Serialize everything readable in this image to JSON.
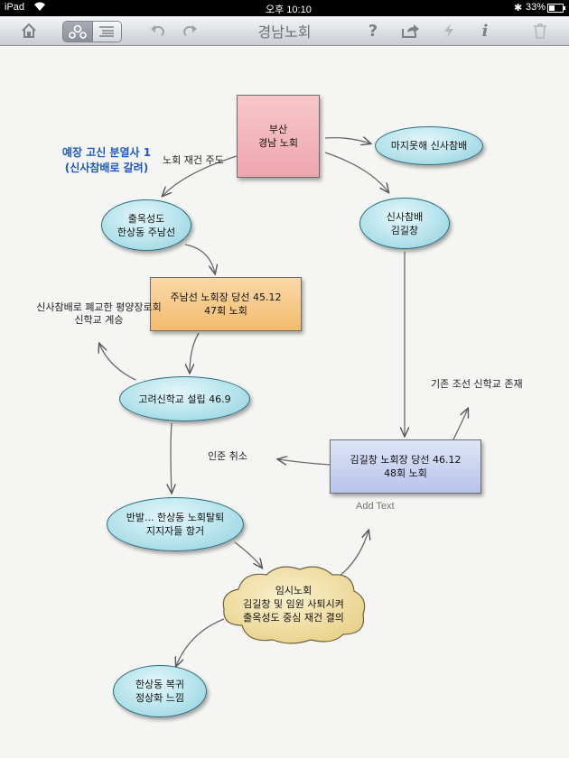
{
  "status": {
    "device": "iPad",
    "time": "오후 10:10",
    "battery": "33%"
  },
  "toolbar": {
    "title": "경남노회"
  },
  "map": {
    "heading_line1": "예장 고신 분열사 1",
    "heading_line2": "(신사참배로 갈려)",
    "nodes": {
      "busan": "부산\n경남 노회",
      "unrepentant": "마지못해 신사참배",
      "shrine_kim": "신사참배\n김길창",
      "exiled": "출옥성도\n한상동 주남선",
      "ju_elected": "주남선 노회장 당선 45.12\n47회 노회",
      "korea_seminary": "고려신학교 설립 46.9",
      "kim_elected": "김길창 노회장 당선 46.12\n48회 노회",
      "backlash": "반발... 한상동 노회탈퇴\n지지자들 항거",
      "temporary": "임시노회\n김길창 및 임원 사퇴시켜\n출옥성도 중심 재건 결의",
      "han_return": "한상동 복귀\n정상화 느낌"
    },
    "labels": {
      "rebuild": "노회 재건 주도",
      "pyongyang": "신사참배로 폐교한 평양장로회\n신학교 계승",
      "existing": "기존 조선 신학교 존재",
      "cancel": "인준 취소",
      "add_text": "Add Text"
    }
  }
}
